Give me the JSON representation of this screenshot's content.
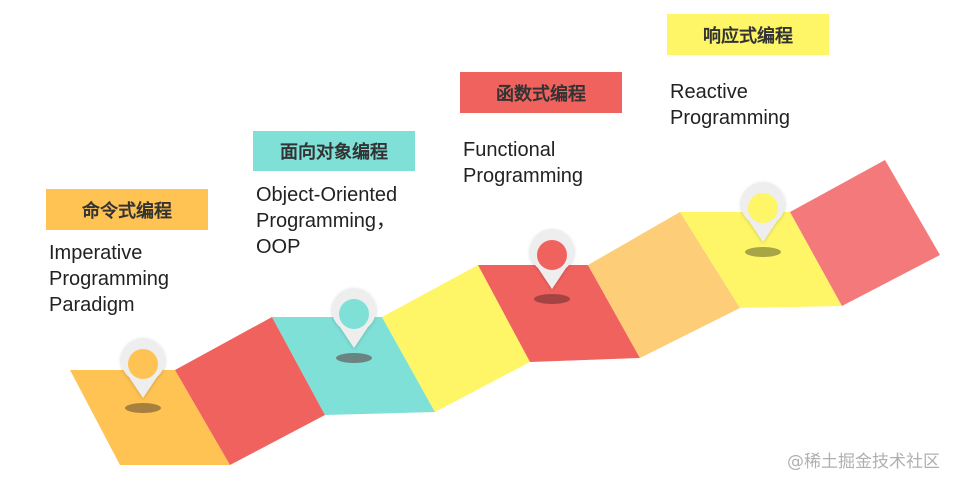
{
  "stages": [
    {
      "id": "imperative",
      "zh": "命令式编程",
      "en_lines": [
        "Imperative",
        "Programming",
        "Paradigm"
      ],
      "tag_color": "#ffc353",
      "pin_color": "#ffc353"
    },
    {
      "id": "oop",
      "zh": "面向对象编程",
      "en_lines": [
        "Object-Oriented",
        "Programming，",
        "OOP"
      ],
      "tag_color": "#7ee0d7",
      "pin_color": "#7ee0d7"
    },
    {
      "id": "functional",
      "zh": "函数式编程",
      "en_lines": [
        "Functional",
        "Programming"
      ],
      "tag_color": "#f0625e",
      "pin_color": "#f0625e"
    },
    {
      "id": "reactive",
      "zh": "响应式编程",
      "en_lines": [
        "Reactive",
        "Programming"
      ],
      "tag_color": "#fef667",
      "pin_color": "#fef667"
    }
  ],
  "watermark": "@稀土掘金技术社区",
  "colors": {
    "orange": "#ffc353",
    "red": "#f0625e",
    "teal": "#7ee0d7",
    "yellow": "#fef667",
    "light_orange": "#fecd78",
    "salmon": "#f4797a"
  }
}
